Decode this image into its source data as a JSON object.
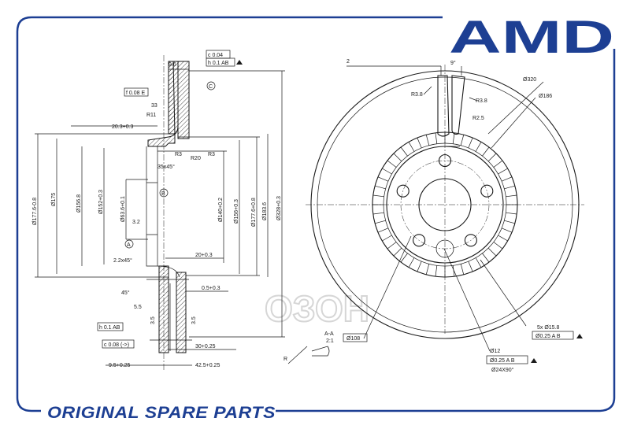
{
  "brand": {
    "logo_text": "AMD",
    "color": "#1d3f93"
  },
  "footer": {
    "text": "ORIGINAL SPARE PARTS"
  },
  "watermark": {
    "text": "ОЗОН"
  },
  "section_view": {
    "tolerance_frames": [
      "c 0.04",
      "h 0.1 AB",
      "f 0.08 E",
      "h 0.1 AB",
      "c 0.08 (->)"
    ],
    "datums": [
      "A",
      "B",
      "C"
    ],
    "dims_top": [
      "9.6",
      "33",
      "R11",
      "20.3+0.3",
      "R3",
      "R3",
      "R20",
      "35x45°",
      "3.2"
    ],
    "dims_vertical": [
      "Ø177.6-0.8",
      "Ø175",
      "Ø156.8",
      "Ø152+0.3",
      "Ø63.6+0.1",
      "Ø140+0.2",
      "Ø156+0.3",
      "Ø177.6+0.8",
      "Ø183.6",
      "Ø328+0.3"
    ],
    "dims_bottom": [
      "20+0.3",
      "2.2x45°",
      "45°",
      "5.5",
      "0.5+0.3",
      "30+0.25",
      "9.5+0.25",
      "42.5+0.25",
      "3.5",
      "3.5"
    ]
  },
  "front_view": {
    "labels": [
      "2",
      "9°",
      "Ø320",
      "R3.8",
      "R3.8",
      "Ø186",
      "R2.5",
      "Ø108",
      "5x Ø15.8",
      "Ø0.25 A B",
      "Ø12",
      "Ø0.25 A B",
      "Ø24X90°"
    ],
    "section_mark": "A-A",
    "section_scale": "2:1",
    "surface_mark": "R"
  }
}
